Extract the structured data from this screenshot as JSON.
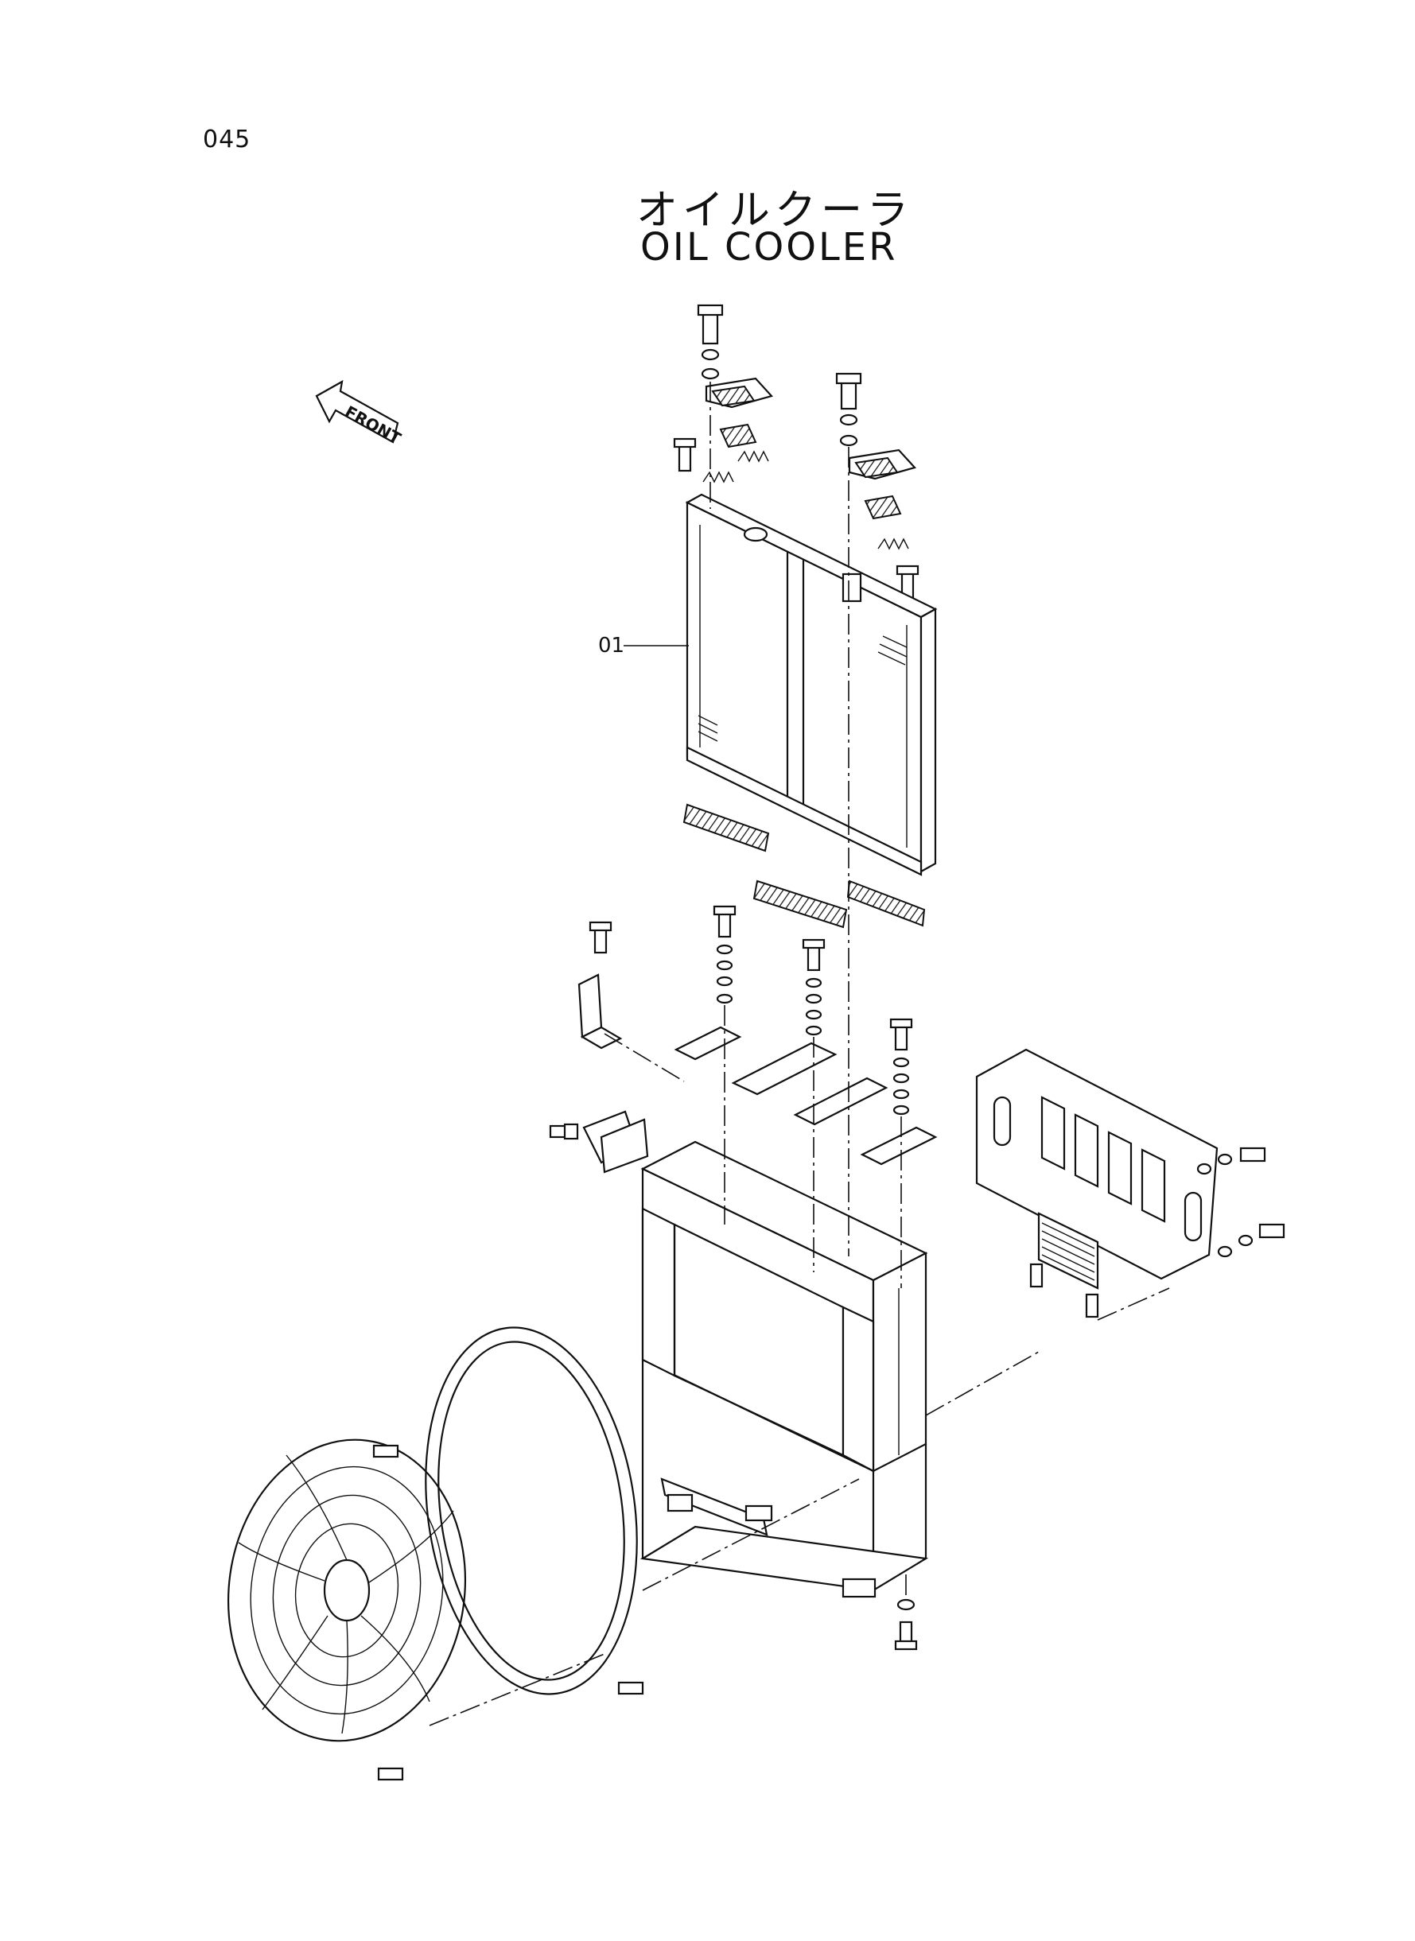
{
  "header": {
    "page_number": "045",
    "title_jp": "オイルクーラ",
    "title_en": "OIL  COOLER"
  },
  "diagram": {
    "direction_arrow": "FRONT",
    "callouts": [
      {
        "label": "01",
        "target": "oil-cooler-core"
      }
    ]
  }
}
